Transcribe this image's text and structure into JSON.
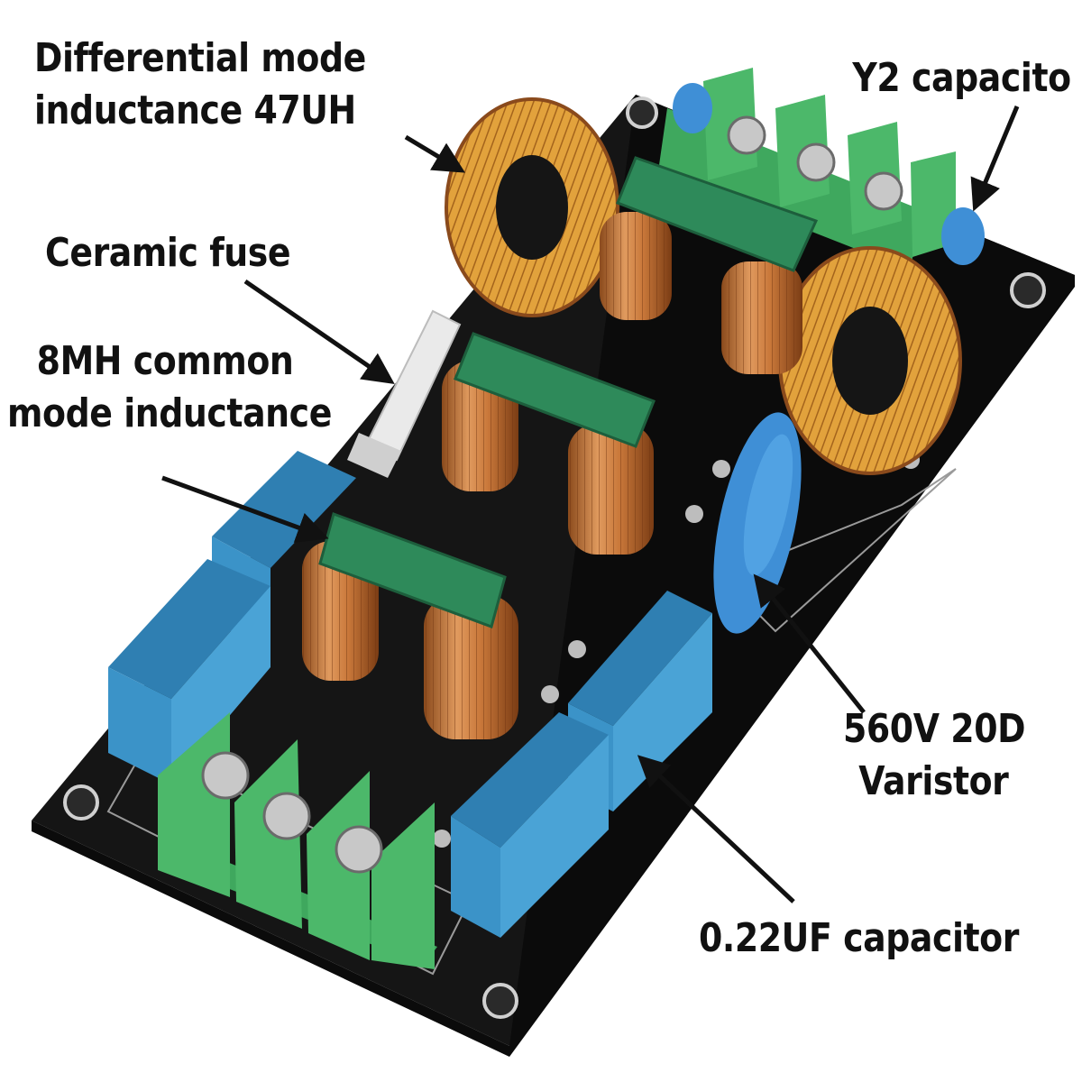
{
  "colors": {
    "pcb": "#151515",
    "copper": "#c9783a",
    "toroid": "#e6a93a",
    "green_body": "#2e8a5a",
    "capacitor_blue": "#3b93c8",
    "terminal_green": "#4cb86a",
    "varistor_blue": "#3f8fd6"
  },
  "callouts": {
    "differential": {
      "line1": "Differential mode",
      "line2": "inductance 47UH"
    },
    "y2": {
      "line1": "Y2 capacito"
    },
    "fuse": {
      "line1": "Ceramic fuse"
    },
    "common_mode": {
      "line1": "8MH common",
      "line2": "mode inductance"
    },
    "varistor": {
      "line1": "560V 20D",
      "line2": "Varistor"
    },
    "cap_022": {
      "line1": "0.22UF capacitor"
    }
  }
}
